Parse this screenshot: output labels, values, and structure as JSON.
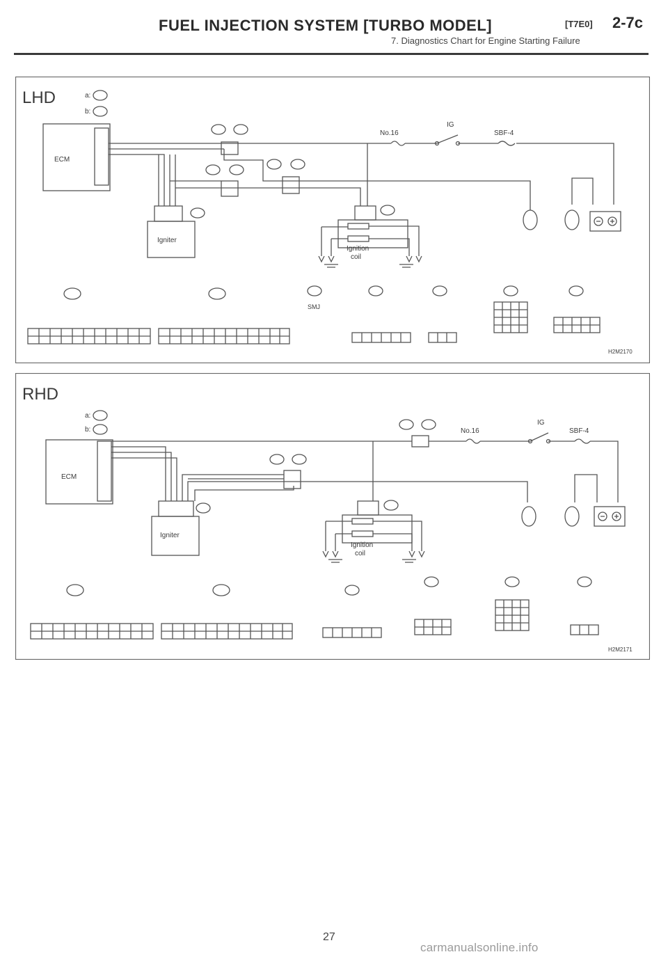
{
  "header": {
    "title": "FUEL INJECTION SYSTEM [TURBO MODEL]",
    "section_code": "[T7E0]",
    "page_ref": "2-7c",
    "subtitle": "7. Diagnostics Chart for Engine Starting Failure"
  },
  "lhd": {
    "label": "LHD",
    "legend_a": "a:",
    "legend_b": "b:",
    "ecm": "ECM",
    "igniter": "Igniter",
    "ignition_coil_1": "Ignition",
    "ignition_coil_2": "coil",
    "fuse": "No.16",
    "ig": "IG",
    "sbf": "SBF-4",
    "smj": "SMJ",
    "figure_id": "H2M2170"
  },
  "rhd": {
    "label": "RHD",
    "legend_a": "a:",
    "legend_b": "b:",
    "ecm": "ECM",
    "igniter": "Igniter",
    "ignition_coil_1": "Ignition",
    "ignition_coil_2": "coil",
    "fuse": "No.16",
    "ig": "IG",
    "sbf": "SBF-4",
    "figure_id": "H2M2171"
  },
  "page_number": "27",
  "watermark": "carmanualsonline.info"
}
